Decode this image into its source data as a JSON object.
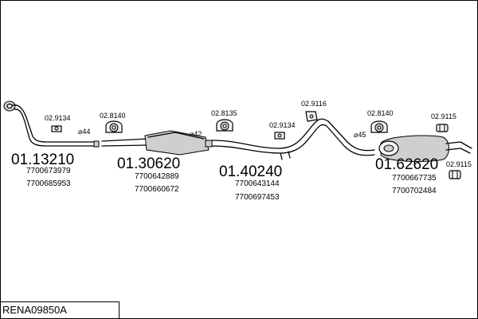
{
  "reference": "RENA09850A",
  "parts": [
    {
      "number": "01.13210",
      "oem": [
        "7700673979",
        "7700685953"
      ]
    },
    {
      "number": "01.30620",
      "oem": [
        "7700642889",
        "7700660672"
      ]
    },
    {
      "number": "01.40240",
      "oem": [
        "7700643144",
        "7700697453"
      ]
    },
    {
      "number": "01.62620",
      "oem": [
        "7700667735",
        "7700702484"
      ]
    }
  ],
  "accessories": [
    {
      "code": "02.9134"
    },
    {
      "code": "02.8140"
    },
    {
      "code": "02.8135"
    },
    {
      "code": "02.9134"
    },
    {
      "code": "02.9116"
    },
    {
      "code": "02.8140"
    },
    {
      "code": "02.9115"
    },
    {
      "code": "02.9115"
    }
  ],
  "diameters": [
    "⌀44",
    "⌀42",
    "⌀45"
  ]
}
